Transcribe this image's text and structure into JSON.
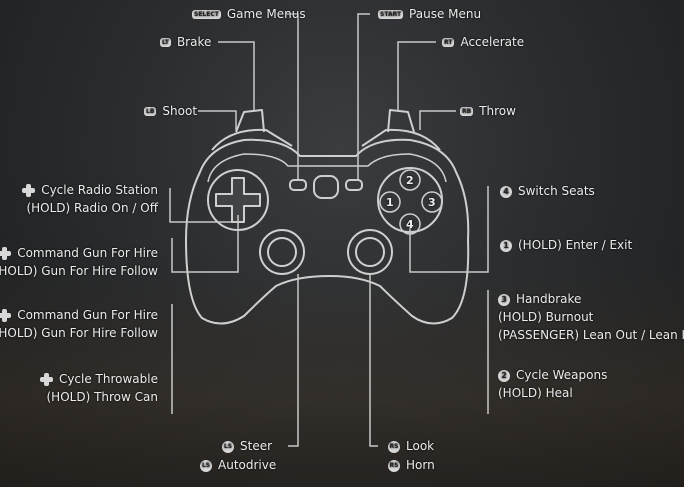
{
  "top": {
    "game_menus": {
      "badge": "SELECT",
      "label": "Game Menus"
    },
    "pause_menu": {
      "badge": "START",
      "label": "Pause Menu"
    },
    "brake": {
      "badge": "LT",
      "label": "Brake"
    },
    "accelerate": {
      "badge": "RT",
      "label": "Accelerate"
    },
    "shoot": {
      "badge": "LB",
      "label": "Shoot"
    },
    "throw": {
      "badge": "RB",
      "label": "Throw"
    }
  },
  "left": {
    "radio": {
      "line1": "Cycle Radio Station",
      "line2": "(HOLD) Radio On / Off"
    },
    "gun_hire_1": {
      "line1": "Command Gun For Hire",
      "line2": "(HOLD) Gun For Hire Follow"
    },
    "gun_hire_2": {
      "line1": "Command Gun For Hire",
      "line2": "(HOLD) Gun For Hire Follow"
    },
    "throwable": {
      "line1": "Cycle Throwable",
      "line2": "(HOLD) Throw Can"
    }
  },
  "right": {
    "switch_seats": {
      "badge": "4",
      "label": "Switch Seats"
    },
    "enter_exit": {
      "badge": "1",
      "label": "(HOLD) Enter / Exit"
    },
    "handbrake": {
      "badge": "3",
      "line1": "Handbrake",
      "line2": "(HOLD) Burnout",
      "line3": "(PASSENGER) Lean Out / Lean In"
    },
    "weapons": {
      "badge": "2",
      "line1": "Cycle Weapons",
      "line2": "(HOLD) Heal"
    }
  },
  "bottom": {
    "steer": {
      "badge": "LS",
      "label": "Steer"
    },
    "autodrive": {
      "badge": "LS",
      "label": "Autodrive"
    },
    "look": {
      "badge": "RS",
      "label": "Look"
    },
    "horn": {
      "badge": "RS",
      "label": "Horn"
    }
  },
  "face_buttons": {
    "top": "2",
    "left": "1",
    "right": "3",
    "bottom": "4"
  },
  "colors": {
    "line": "#d0d0d0",
    "label": "#ececec"
  }
}
